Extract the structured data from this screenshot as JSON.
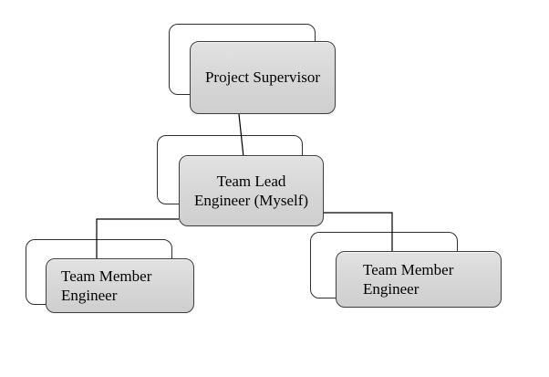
{
  "diagram": {
    "type": "org-chart",
    "nodes": [
      {
        "id": "project-supervisor",
        "lines": [
          "Project Supervisor"
        ]
      },
      {
        "id": "team-lead",
        "lines": [
          "Team Lead",
          "Engineer (Myself)"
        ]
      },
      {
        "id": "team-member-left",
        "lines": [
          "Team Member",
          "Engineer"
        ]
      },
      {
        "id": "team-member-right",
        "lines": [
          "Team Member",
          "Engineer"
        ]
      }
    ],
    "colors": {
      "box_fill": "#d9d9d9",
      "box_border": "#3d3d3d",
      "backplate_fill": "#ffffff",
      "backplate_border": "#2f2f2f",
      "connector": "#000000",
      "text": "#000000",
      "background": "#ffffff"
    }
  }
}
